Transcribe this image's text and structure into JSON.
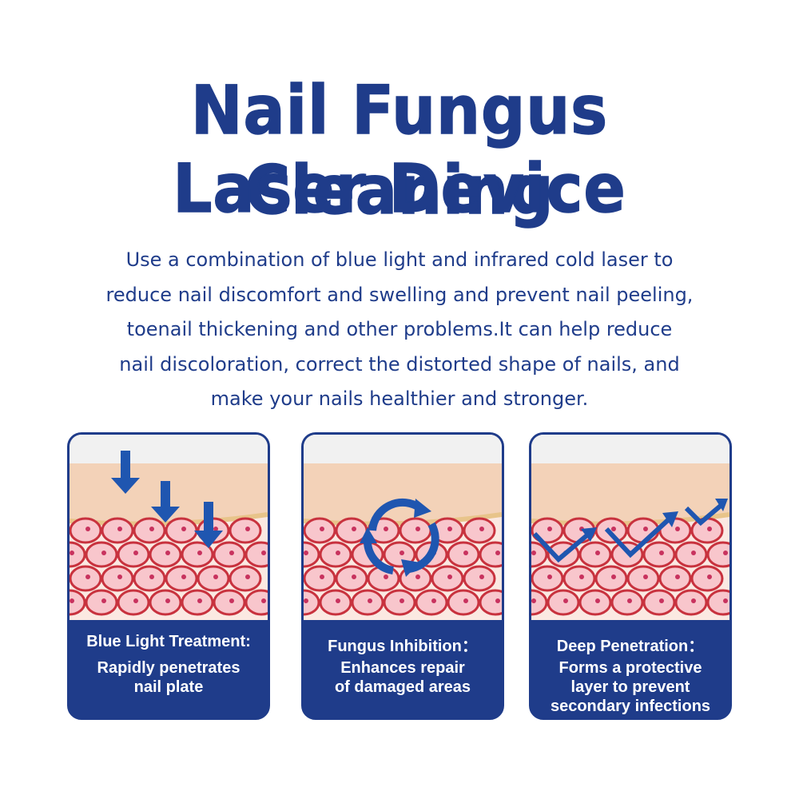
{
  "title": {
    "line1": "Nail Fungus Cleaning",
    "line2": "Laser Device"
  },
  "description": [
    "Use a combination of blue light and infrared cold laser to",
    "reduce nail discomfort and swelling and prevent nail peeling,",
    "toenail thickening and other problems.It can help reduce",
    "nail discoloration, correct the distorted shape of nails, and",
    "make your nails healthier and stronger."
  ],
  "cards": [
    {
      "heading": "Blue Light Treatment:",
      "body": [
        "Rapidly penetrates",
        "nail plate"
      ],
      "icon": "down-arrows-icon"
    },
    {
      "heading": "Fungus Inhibition：",
      "body": [
        "Enhances repair",
        "of damaged areas"
      ],
      "icon": "circular-arrows-icon"
    },
    {
      "heading": "Deep Penetration：",
      "body": [
        "Forms a protective",
        "layer to prevent",
        "secondary infections"
      ],
      "icon": "zigzag-arrows-icon"
    }
  ],
  "colors": {
    "brand_blue": "#1f3c8a",
    "skin": "#f3d2b8",
    "cell": "#f8c6cc",
    "cell_border": "#c8323e"
  }
}
